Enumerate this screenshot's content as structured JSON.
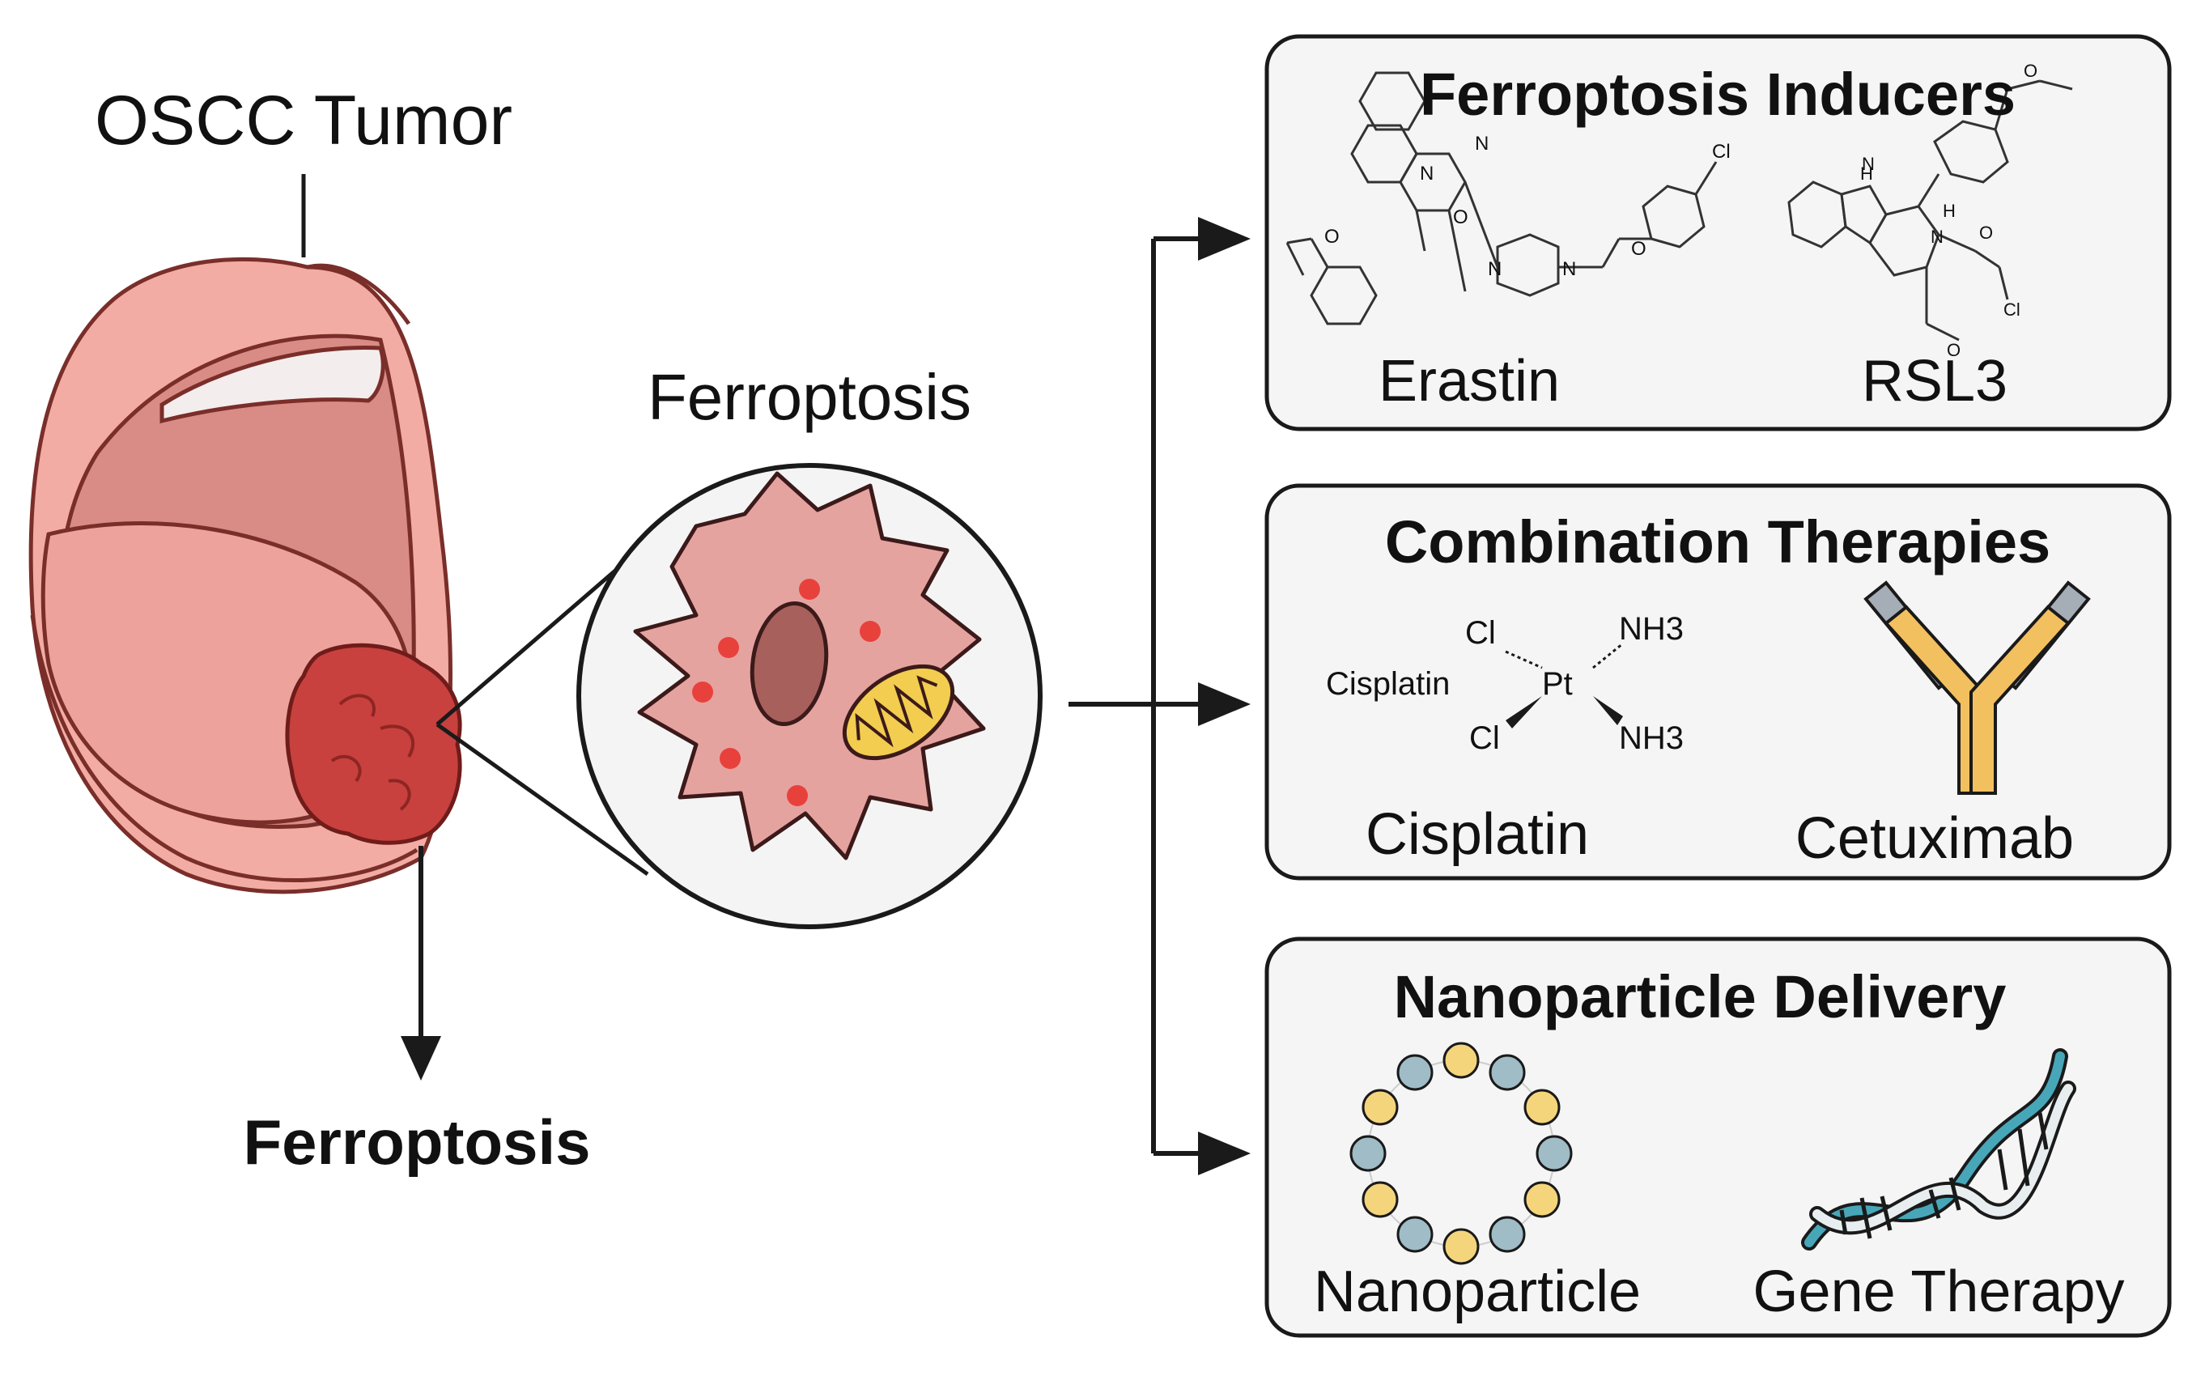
{
  "tumor_label": "OSCC Tumor",
  "cell_label": "Ferroptosis",
  "outcome_label": "Ferroptosis",
  "panels": [
    {
      "title": "Ferroptosis Inducers",
      "items": [
        "Erastin",
        "RSL3"
      ]
    },
    {
      "title": "Combination Therapies",
      "items": [
        "Cisplatin",
        "Cetuximab"
      ],
      "structure": {
        "name": "Cisplatin",
        "center": "Pt",
        "ligands": [
          "Cl",
          "Cl",
          "NH3",
          "NH3"
        ]
      }
    },
    {
      "title": "Nanoparticle Delivery",
      "items": [
        "Nanoparticle",
        "Gene Therapy"
      ]
    }
  ],
  "molecule_labels": {
    "erastin_atoms": [
      "O",
      "N",
      "N",
      "N",
      "N",
      "O",
      "O",
      "Cl"
    ],
    "rsl3_atoms": [
      "H",
      "N",
      "N",
      "O",
      "O",
      "O",
      "Cl",
      "H"
    ]
  },
  "colors": {
    "lip": "#f3aca4",
    "mouth_inner": "#d98c86",
    "tumor": "#c8413e",
    "cell": "#e5a3a0",
    "nucleus": "#a8605c",
    "mitochondrion": "#f2cd4f",
    "iron_dot": "#e8413c",
    "antibody": "#f3c060",
    "antibody_tip": "#a5adb7",
    "nanoparticle_blue": "#9fbcc7",
    "nanoparticle_yellow": "#f5d57c",
    "dna_teal": "#47a7b9",
    "panel_fill": "#f5f5f5",
    "stroke": "#1a1a1a"
  }
}
